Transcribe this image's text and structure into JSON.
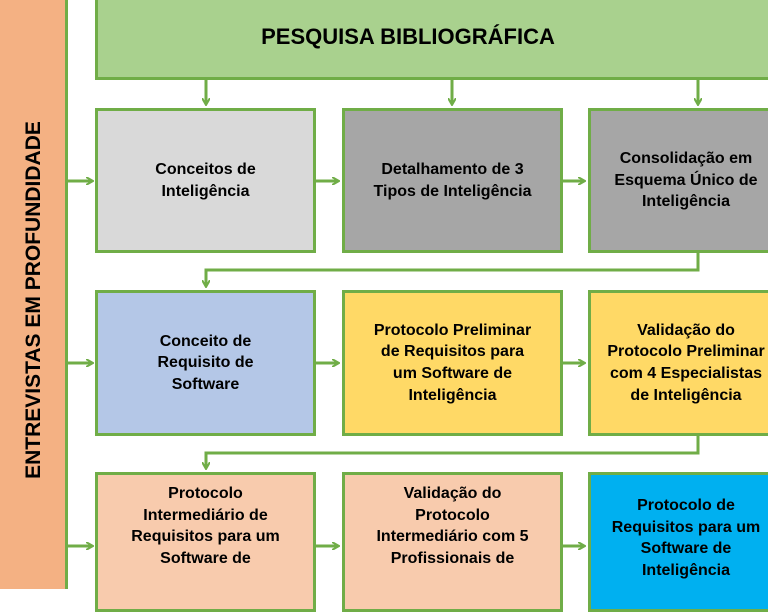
{
  "side_label": "ENTREVISTAS EM PROFUNDIDADE",
  "header": {
    "title": "PESQUISA BIBLIOGRÁFICA"
  },
  "rows": [
    {
      "boxes": [
        {
          "text": "Conceitos de\nInteligência"
        },
        {
          "text": "Detalhamento de 3\nTipos de Inteligência"
        },
        {
          "text": "Consolidação em\nEsquema Único de\nInteligência"
        }
      ]
    },
    {
      "boxes": [
        {
          "text": "Conceito de\nRequisito de\nSoftware"
        },
        {
          "text": "Protocolo Preliminar\nde Requisitos para\num Software de\nInteligência"
        },
        {
          "text": "Validação do\nProtocolo Preliminar\ncom 4 Especialistas\nde Inteligência"
        }
      ]
    },
    {
      "boxes": [
        {
          "text": "Protocolo\nIntermediário de\nRequisitos para um\nSoftware de"
        },
        {
          "text": "Validação do\nProtocolo\nIntermediário com 5\nProfissionais de"
        },
        {
          "text": "Protocolo de\nRequisitos para um\nSoftware de\nInteligência"
        }
      ]
    }
  ],
  "colors": {
    "side_bar": "#f4b183",
    "header": "#a9d18e",
    "border_and_arrows": "#70ad47",
    "light_gray": "#d9d9d9",
    "dark_gray": "#a6a6a6",
    "blue": "#b4c7e7",
    "yellow": "#ffd966",
    "peach": "#f8cbad",
    "cyan": "#00b0f0"
  }
}
